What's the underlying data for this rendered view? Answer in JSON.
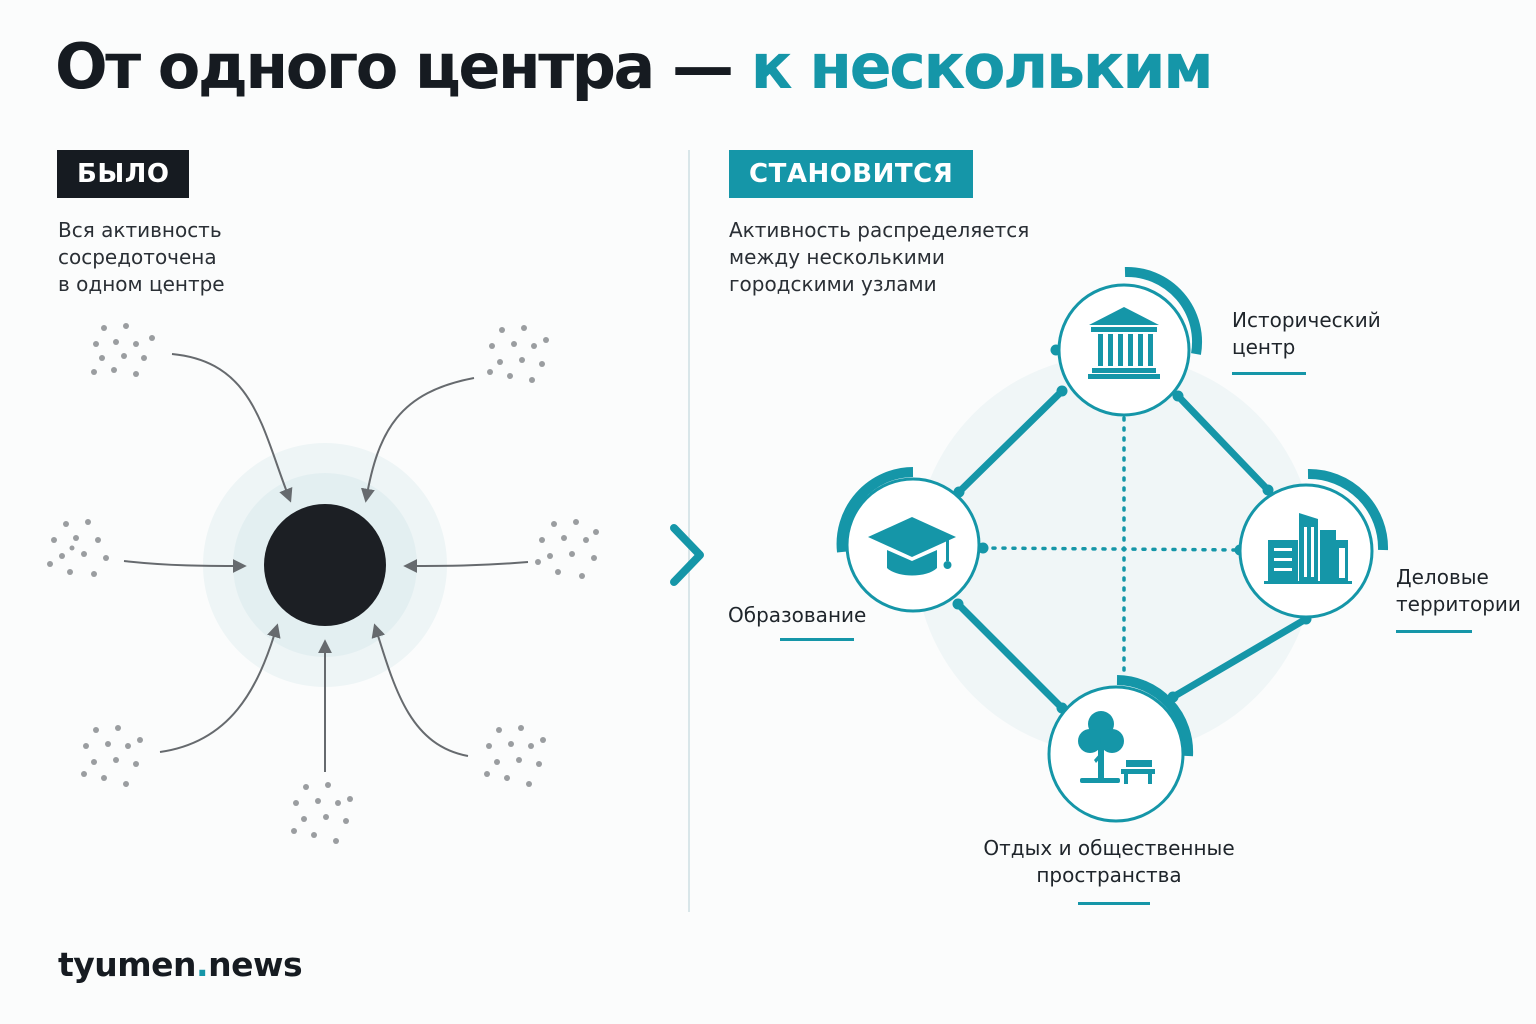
{
  "title": {
    "main": "От одного центра — ",
    "accent": "к нескольким"
  },
  "before": {
    "badge": "БЫЛО",
    "description": [
      "Вся активность",
      "сосредоточена",
      "в одном центре"
    ]
  },
  "after": {
    "badge": "СТАНОВИТСЯ",
    "description": [
      "Активность распределяется",
      "между несколькими",
      "городскими узлами"
    ]
  },
  "nodes": {
    "historic": {
      "label": [
        "Исторический",
        "центр"
      ],
      "icon": "museum-icon"
    },
    "business": {
      "label": [
        "Деловые",
        "территории"
      ],
      "icon": "office-buildings-icon"
    },
    "education": {
      "label": [
        "Образование"
      ],
      "icon": "graduation-cap-icon"
    },
    "leisure": {
      "label": [
        "Отдых и общественные",
        "пространства"
      ],
      "icon": "tree-and-bench-icon"
    }
  },
  "brand": {
    "name": "tyumen",
    "dot": ".",
    "suffix": "news"
  },
  "colors": {
    "accent": "#1596a8",
    "dark": "#161b21",
    "arrow": "#666a6e",
    "dots": "#9a9da0"
  }
}
